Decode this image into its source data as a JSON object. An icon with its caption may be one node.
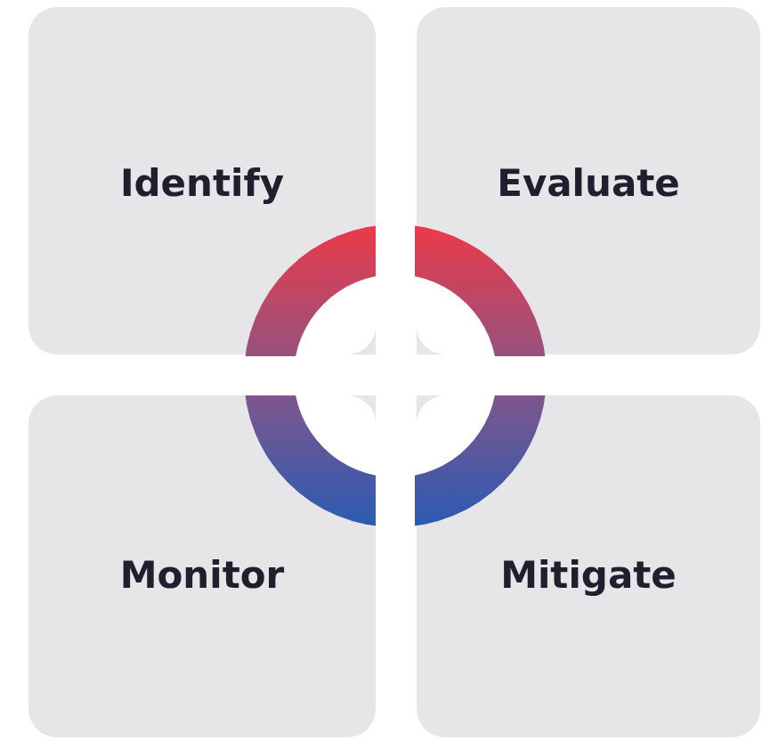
{
  "diagram": {
    "nodes": [
      {
        "text": [
          "Identify"
        ]
      },
      {
        "text": [
          "Evaluate"
        ]
      },
      {
        "text": [
          "Monitor"
        ]
      },
      {
        "text": [
          "Mitigate"
        ]
      }
    ]
  }
}
